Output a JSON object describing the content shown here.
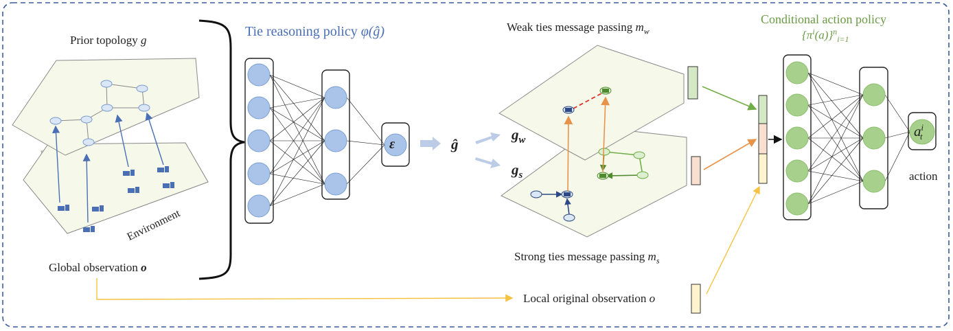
{
  "labels": {
    "prior_topology": "Prior topology",
    "prior_topology_var": "g",
    "environment": "Environment",
    "global_observation": "Global observation",
    "global_observation_var": "o",
    "tie_reasoning_policy": "Tie reasoning policy",
    "tie_reasoning_var": "φ(ĝ)",
    "epsilon": "ε",
    "g_hat": "ĝ",
    "g_w": "g",
    "g_w_sub": "w",
    "g_s": "g",
    "g_s_sub": "s",
    "weak_ties": "Weak ties message passing",
    "weak_ties_var": "m",
    "weak_ties_sub": "w",
    "strong_ties": "Strong ties message passing",
    "strong_ties_var": "m",
    "strong_ties_sub": "s",
    "local_observation": "Local original observation",
    "local_observation_var": "o",
    "conditional_policy": "Conditional action policy",
    "conditional_policy_formula": "{π",
    "conditional_policy_formula_sup": "i",
    "conditional_policy_formula_mid": "(a)}",
    "conditional_policy_formula_sup2": "n",
    "conditional_policy_formula_sub": "i=1",
    "action_var": "a",
    "action_var_sup": "i",
    "action_var_sub": "t",
    "action": "action"
  },
  "colors": {
    "border_dash": "#3b5b9a",
    "blue_node": "#a9c4e8",
    "blue_stroke": "#7b9fd1",
    "green_node": "#a8d08d",
    "green_stroke": "#7fb35a",
    "orange_arrow": "#e8934a",
    "green_arrow": "#70ad47",
    "yellow_arrow": "#f5c242",
    "red_dash": "#e0322b",
    "title_blue": "#4a6fb5",
    "title_green": "#6a9a45"
  }
}
